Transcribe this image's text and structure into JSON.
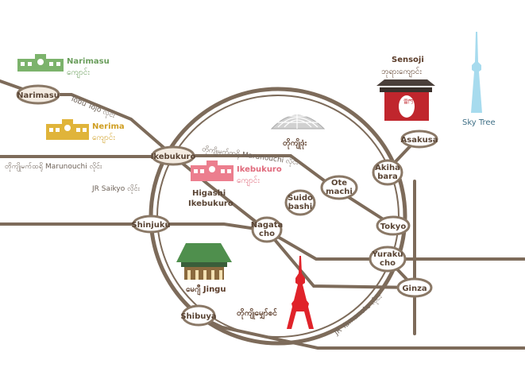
{
  "colors": {
    "track": "#7d6b5a",
    "station_fill": "#f4ece2",
    "station_stroke": "#8a7866",
    "school_green": "#7cb36c",
    "school_yellow": "#e0b43a",
    "school_pink": "#ec7e8e",
    "temple_red": "#c0262d",
    "tower_red": "#e0232a",
    "skytree_blue": "#a7dbee",
    "shrine_green": "#4f8f4d",
    "dome_gray": "#c6c6c6"
  },
  "stations": {
    "narimasu": "Narimasu",
    "ikebukuro": "Ikebukuro",
    "shinjuku": "Shinjuku",
    "shibuya": "Shibuya",
    "nagatacho": [
      "Nagata",
      "cho"
    ],
    "suidobashi": [
      "Suido",
      "bashi"
    ],
    "otemachi": [
      "Ote",
      "machi"
    ],
    "akihabara": [
      "Akiha",
      "bara"
    ],
    "tokyo": "Tokyo",
    "yurakucho": [
      "Yuraku",
      "cho"
    ],
    "ginza": "Ginza",
    "asakusa": "Asakusa"
  },
  "lines": {
    "tobu_tojo": "Tobu Tojo လိုင်း",
    "marunouchi_left": "တိုကျိုမက်ထရို Marunouchi လိုင်း",
    "marunouchi_center": "တိုကျိုမက်ထရို Marunouchi လိုင်း",
    "jr_saikyo": "JR Saikyo လိုင်း",
    "jr_yamanote": "JR Yamanote လိုင်း"
  },
  "schools": {
    "narimasu": {
      "name": "Narimasu",
      "sub": "ကျောင်း"
    },
    "nerima": {
      "name": "Nerima",
      "sub": "ကျောင်း"
    },
    "ikebukuro": {
      "name": "Ikebukuro",
      "sub": "ကျောင်း"
    }
  },
  "places": {
    "higashi_ikebukuro": [
      "Higashi",
      "Ikebukuro"
    ],
    "tokyo_dome": "တိုကျိုဒုံး",
    "sensoji": "Sensoji",
    "sensoji_sub": "ဘုရားကျောင်း",
    "lantern": "雷門",
    "sky_tree": "Sky Tree",
    "meiji_jingu": "မေဂျီ Jingu",
    "tokyo_tower": "တိုကျိုမျှော်စင်"
  }
}
